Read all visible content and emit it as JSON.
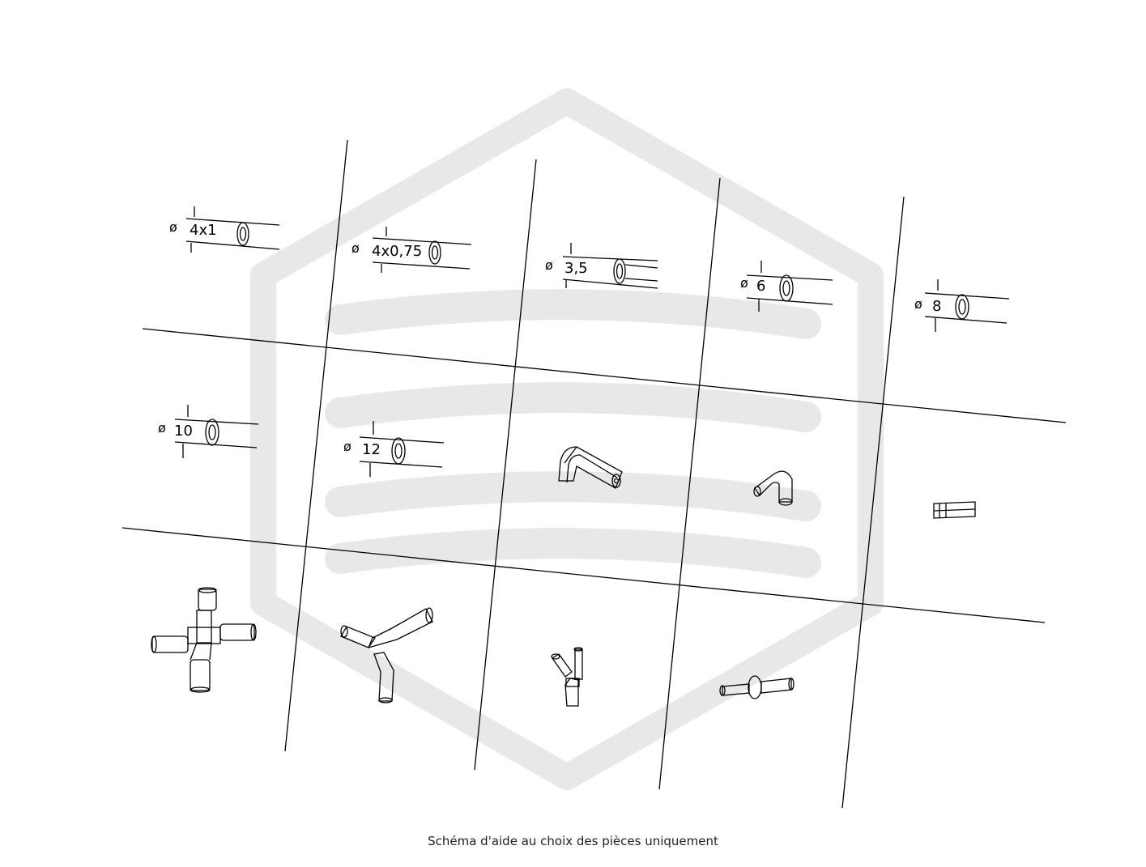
{
  "caption": "Schéma d'aide au choix des pièces uniquement",
  "diameter_symbol": "ø",
  "tubes": {
    "t1": "4x1",
    "t2": "4x0,75",
    "t3": "3,5",
    "t4": "6",
    "t5": "8",
    "t6": "10",
    "t7": "12"
  },
  "fittings": [
    "elbow",
    "bent-hose",
    "square-connector",
    "cross",
    "y-connector",
    "y-branch",
    "bulkhead-connector"
  ],
  "watermark": {
    "shape": "hexagon-logo",
    "color": "#e8e8e8"
  }
}
